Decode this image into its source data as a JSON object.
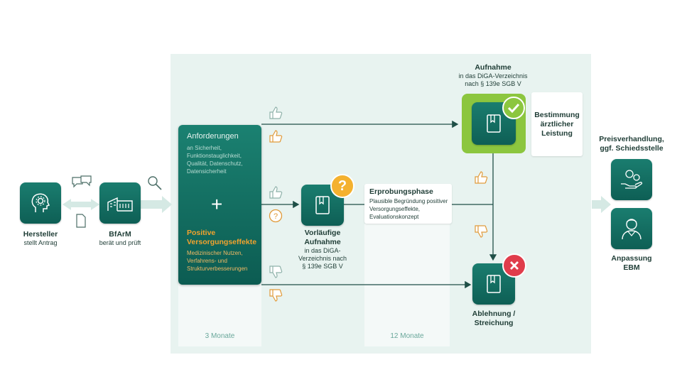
{
  "hersteller": {
    "title": "Hersteller",
    "sub": "stellt Antrag"
  },
  "bfarm": {
    "title": "BfArM",
    "sub": "berät und prüft"
  },
  "anforderungen": {
    "title": "Anforderungen",
    "text": "an Sicherheit, Funktionstauglichkeit, Qualität, Datenschutz, Datensicherheit",
    "plus": "+",
    "positive_title": "Positive Versorgungseffekte",
    "positive_text": "Medizinischer Nutzen, Verfahrens- und Strukturverbesserungen"
  },
  "vorlaeufig": {
    "title": "Vorläufige Aufnahme",
    "sub": "in das DiGA-Verzeichnis nach § 139e SGB V"
  },
  "erprobung": {
    "title": "Erprobungsphase",
    "text": "Plausible Begründung positiver Versorgungseffekte, Evaluationskonzept"
  },
  "aufnahme": {
    "title": "Aufnahme",
    "sub1": "in das DiGA-Verzeichnis",
    "sub2": "nach § 139e SGB V"
  },
  "bestimmung": "Bestimmung ärztlicher Leistung",
  "ablehnung": "Ablehnung / Streichung",
  "preis": "Preisverhandlung, ggf. Schiedsstelle",
  "anpassung": "Anpassung EBM",
  "duration_1": "3 Monate",
  "duration_2": "12 Monate",
  "question_mark": "?",
  "colors": {
    "teal": "#0e5f55",
    "green": "#8cc63f",
    "orange": "#f2a22e",
    "red": "#e03c4b",
    "panel": "#e8f3f0"
  }
}
